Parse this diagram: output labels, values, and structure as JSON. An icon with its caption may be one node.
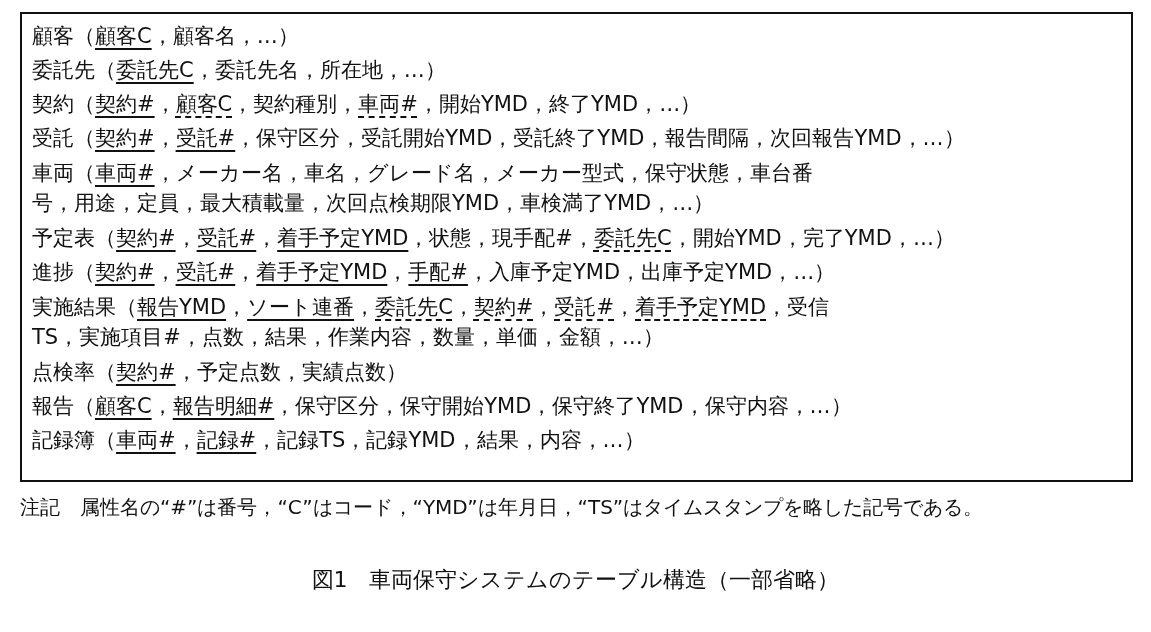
{
  "diagram": {
    "caption": "図1　車両保守システムのテーブル構造（一部省略）",
    "nodes": [
      {
        "text": [
          "顧客（顧客C，顧客名，…）",
          "委託先（委託先C，委託先名，所在地，…）",
          "契約（契約#，顧客C，契約種別，車両#，開始YMD，終了YMD，…）",
          "受託（契約#，受託#，保守区分，受託開始YMD，受託終了YMD，報告間隔，次回報告YMD，…）",
          "車両（車両#，メーカー名，車名，グレード名，メーカー型式，保守状態，車台番号，用途，定員，最大積載量，次回点検期限YMD，車検満了YMD，…）",
          "予定表（契約#，受託#，着手予定YMD，状態，現手配#，委託先C，開始YMD，完了YMD，…）",
          "進捗（契約#，受託#，着手予定YMD，手配#，入庫予定YMD，出庫予定YMD，…）",
          "実施結果（報告YMD，ソート連番，委託先C，契約#，受託#，着手予定YMD，受信TS，実施項目#，点数，結果，作業内容，数量，単価，金額，…）",
          "点検率（契約#，予定点数，実績点数）",
          "報告（顧客C，報告明細#，保守区分，保守開始YMD，保守終了YMD，保守内容，…）",
          "記録簿（車両#，記録#，記録TS，記録YMD，結果，内容，…）"
        ]
      }
    ],
    "labels": [
      "注記　属性名の“#”は番号，“C”はコード，“YMD”は年月日，“TS”はタイムスタンプを略した記号である。"
    ]
  }
}
